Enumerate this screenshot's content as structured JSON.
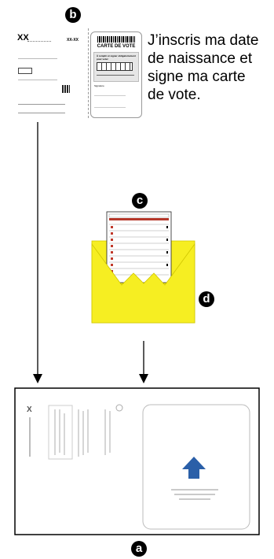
{
  "labels": {
    "a": "a",
    "b": "b",
    "c": "c",
    "d": "d"
  },
  "caption": {
    "lines": [
      "J’inscris ma date",
      "de naissance et",
      "signe ma carte",
      "de vote."
    ]
  },
  "voter_card": {
    "left_mark": "XX",
    "right_mark": "XX-XX",
    "title": "CARTE DE VOTE",
    "fill_instruction": "À remplir et signer obligatoirement pour voter",
    "signature_label": "Signature"
  },
  "colors": {
    "envelope": "#f6ee22",
    "envelope_stroke": "#cfc600",
    "ballot_header": "#b5372a",
    "ballot_square": "#c0392b",
    "arrow_blue": "#2a5fa8"
  }
}
